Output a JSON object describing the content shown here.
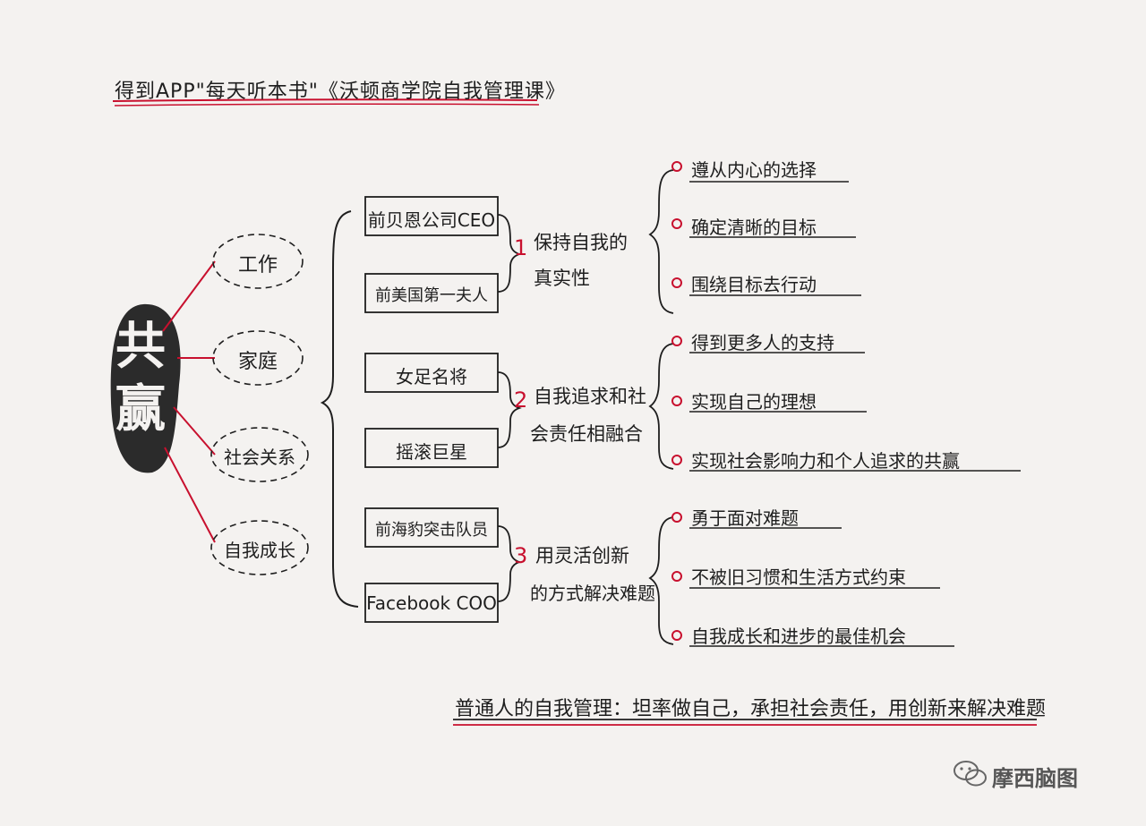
{
  "title": "得到APP\"每天听本书\"《沃顿商学院自我管理课》",
  "core": [
    "共",
    "赢"
  ],
  "contexts": [
    "工作",
    "家庭",
    "社会关系",
    "自我成长"
  ],
  "groups": [
    {
      "examples": [
        "前贝恩公司CEO",
        "前美国第一夫人"
      ],
      "number": "1",
      "topic": [
        "保持自我的",
        "真实性"
      ],
      "items": [
        "遵从内心的选择",
        "确定清晰的目标",
        "围绕目标去行动"
      ]
    },
    {
      "examples": [
        "女足名将",
        "摇滚巨星"
      ],
      "number": "2",
      "topic": [
        "自我追求和社",
        "会责任相融合"
      ],
      "items": [
        "得到更多人的支持",
        "实现自己的理想",
        "实现社会影响力和个人追求的共赢"
      ]
    },
    {
      "examples": [
        "前海豹突击队员",
        "Facebook COO"
      ],
      "number": "3",
      "topic": [
        "用灵活创新",
        "的方式解决难题"
      ],
      "items": [
        "勇于面对难题",
        "不被旧习惯和生活方式约束",
        "自我成长和进步的最佳机会"
      ]
    }
  ],
  "summary": "普通人的自我管理：坦率做自己，承担社会责任，用创新来解决难题",
  "watermark": "摩西脑图",
  "colors": {
    "accent_red": "#c8102e",
    "ink": "#1e1e1e",
    "core_fill": "#2b2b2b"
  }
}
